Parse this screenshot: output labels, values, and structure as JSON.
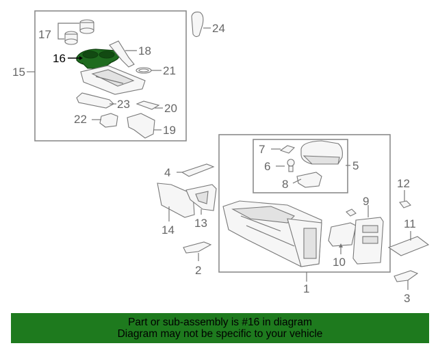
{
  "diagram": {
    "callouts": [
      "1",
      "2",
      "3",
      "4",
      "5",
      "6",
      "7",
      "8",
      "9",
      "10",
      "11",
      "12",
      "13",
      "14",
      "15",
      "16",
      "17",
      "18",
      "19",
      "20",
      "21",
      "22",
      "23",
      "24"
    ],
    "highlighted_part": "16",
    "highlight_color": "#1f6b1f"
  },
  "banner": {
    "line1": "Part or sub-assembly is #16 in diagram",
    "line2": "Diagram may not be specific to your vehicle",
    "color": "#1e7a1e"
  }
}
